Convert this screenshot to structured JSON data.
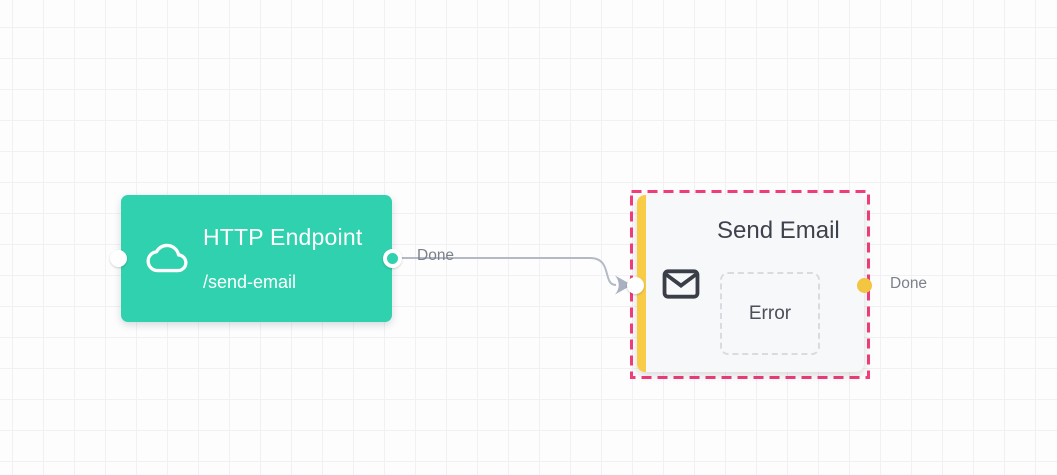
{
  "canvas": {
    "background": "#fdfdfe",
    "grid_color": "#f1f1f5"
  },
  "nodes": [
    {
      "id": "http-endpoint",
      "title": "HTTP Endpoint",
      "subtitle": "/send-email",
      "icon": "cloud-icon",
      "color": "#2fd1ae",
      "text_color": "#ffffff",
      "outputs": [
        {
          "label": "Done"
        }
      ]
    },
    {
      "id": "send-email",
      "title": "Send Email",
      "icon": "envelope-icon",
      "accent_color": "#f8cc47",
      "selected": true,
      "selection_color": "#f23d7c",
      "error_slot_label": "Error",
      "outputs": [
        {
          "label": "Done"
        }
      ]
    }
  ],
  "connections": [
    {
      "from": "http-endpoint",
      "from_port": "Done",
      "to": "send-email",
      "label": "Done",
      "color": "#b3bac6"
    }
  ]
}
